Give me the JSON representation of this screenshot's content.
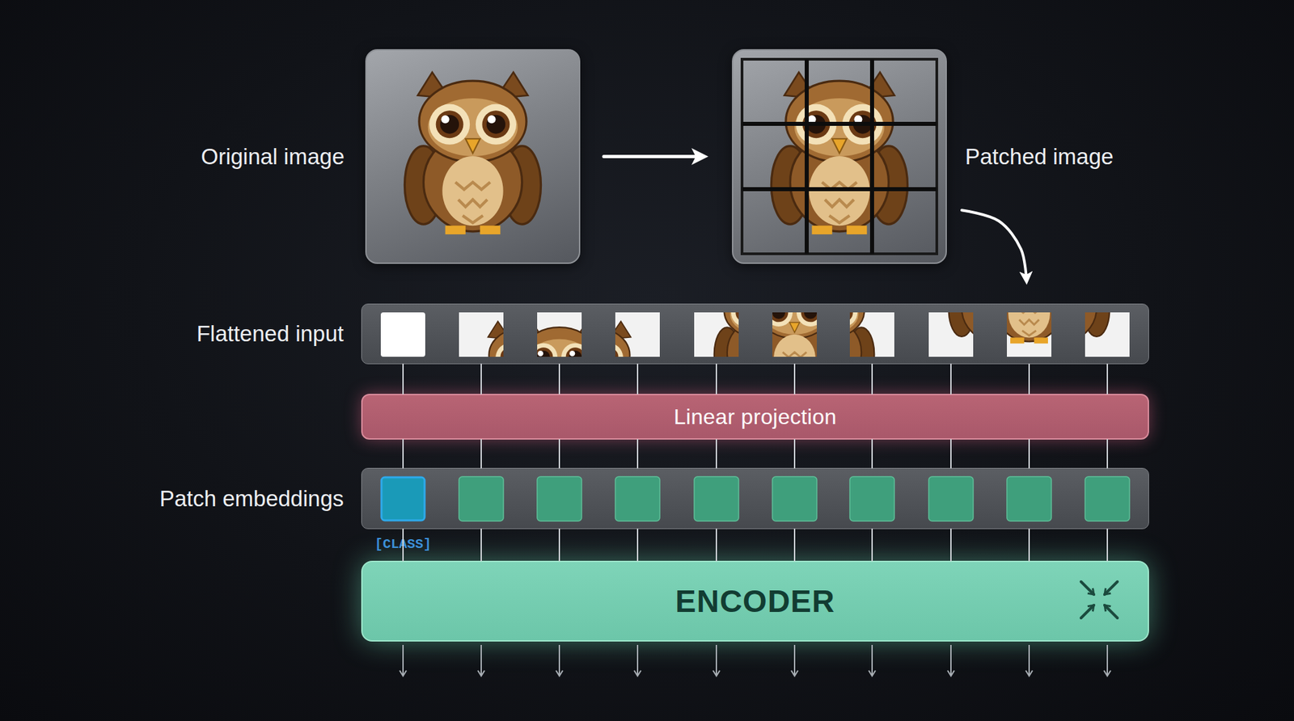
{
  "diagram": {
    "nodes": [
      {
        "text": [
          "Original image"
        ]
      },
      {
        "text": [
          "Patched image"
        ]
      },
      {
        "text": [
          "Flattened input"
        ]
      },
      {
        "text": [
          "Linear projection"
        ]
      },
      {
        "text": [
          "Patch embeddings"
        ]
      },
      {
        "text": [
          "ENCODER"
        ]
      }
    ],
    "edges": [
      {
        "from": 0,
        "to": 1,
        "arrow": "to"
      },
      {
        "from": 1,
        "to": 2,
        "arrow": "to"
      },
      {
        "from": 2,
        "to": 3,
        "arrow": "none"
      },
      {
        "from": 3,
        "to": 4,
        "arrow": "none"
      },
      {
        "from": 4,
        "to": 5,
        "arrow": "none"
      }
    ],
    "labels": [
      "[CLASS]"
    ]
  }
}
